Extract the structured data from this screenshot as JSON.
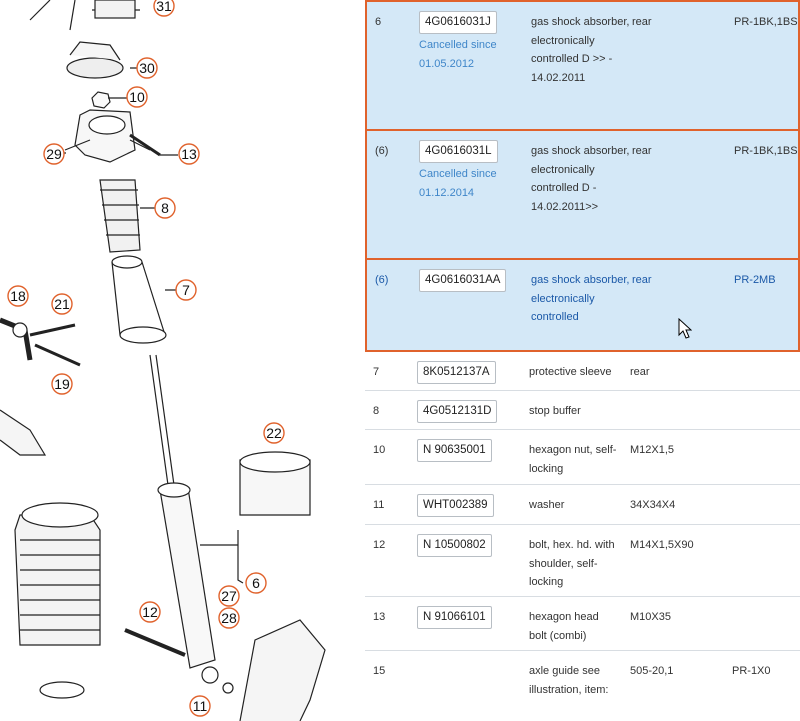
{
  "diagram": {
    "callouts": [
      "31",
      "30",
      "10",
      "13",
      "29",
      "8",
      "7",
      "18",
      "21",
      "19",
      "22",
      "6",
      "27",
      "28",
      "12",
      "11"
    ]
  },
  "rows": [
    {
      "pos": "6",
      "number": "4G0616031J",
      "status": "Cancelled since 01.05.2012",
      "description": "gas shock absorber, electronically controlled D >> - 14.02.2011",
      "remark": "rear",
      "pr": "PR-1BK,1BS"
    },
    {
      "pos": "(6)",
      "number": "4G0616031L",
      "status": "Cancelled since 01.12.2014",
      "description": "gas shock absorber, electronically controlled D - 14.02.2011>>",
      "remark": "rear",
      "pr": "PR-1BK,1BS"
    },
    {
      "pos": "(6)",
      "number": "4G0616031AA",
      "status": "",
      "description": "gas shock absorber, electronically controlled",
      "remark": "rear",
      "pr": "PR-2MB"
    },
    {
      "pos": "7",
      "number": "8K0512137A",
      "status": "",
      "description": "protective sleeve",
      "remark": "rear",
      "pr": ""
    },
    {
      "pos": "8",
      "number": "4G0512131D",
      "status": "",
      "description": "stop buffer",
      "remark": "",
      "pr": ""
    },
    {
      "pos": "10",
      "number": "N 90635001",
      "status": "",
      "description": "hexagon nut, self-locking",
      "remark": "M12X1,5",
      "pr": ""
    },
    {
      "pos": "11",
      "number": "WHT002389",
      "status": "",
      "description": "washer",
      "remark": "34X34X4",
      "pr": ""
    },
    {
      "pos": "12",
      "number": "N 10500802",
      "status": "",
      "description": "bolt, hex. hd. with shoulder, self-locking",
      "remark": "M14X1,5X90",
      "pr": ""
    },
    {
      "pos": "13",
      "number": "N 91066101",
      "status": "",
      "description": "hexagon head bolt (combi)",
      "remark": "M10X35",
      "pr": ""
    },
    {
      "pos": "15",
      "number": "",
      "status": "",
      "description": "axle guide see illustration, item:",
      "remark": "505-20,1",
      "pr": "PR-1X0"
    }
  ]
}
